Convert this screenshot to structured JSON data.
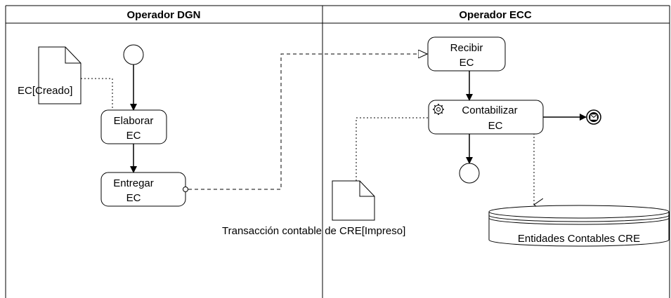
{
  "lanes": [
    {
      "title": "Operador DGN"
    },
    {
      "title": "Operador ECC"
    }
  ],
  "artifacts": {
    "ec_creado": "EC[Creado]",
    "transaccion": "Transacción contable de CRE[Impreso]",
    "entidades": "Entidades Contables CRE"
  },
  "tasks": {
    "elaborar": [
      "Elaborar",
      "EC"
    ],
    "entregar": [
      "Entregar",
      "EC"
    ],
    "recibir": [
      "Recibir",
      "EC"
    ],
    "contabilizar": [
      "Contabilizar",
      "EC"
    ]
  },
  "icons": {
    "subprocess": "gear-icon",
    "message_end": "envelope-icon"
  }
}
